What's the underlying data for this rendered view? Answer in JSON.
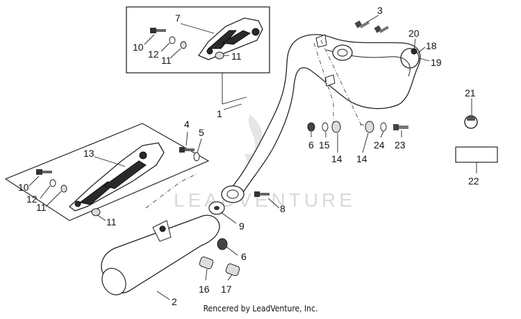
{
  "footer": {
    "credit": "Rencered by LeadVenture, Inc."
  },
  "watermark": {
    "text": "LEADVENTURE"
  },
  "part_labels": {
    "p1": "1",
    "p2": "2",
    "p3": "3",
    "p4": "4",
    "p5": "5",
    "p6a": "6",
    "p6b": "6",
    "p7": "7",
    "p8": "8",
    "p9": "9",
    "p10a": "10",
    "p10b": "10",
    "p11a": "11",
    "p11b": "11",
    "p11c": "11",
    "p11d": "11",
    "p12a": "12",
    "p12b": "12",
    "p13": "13",
    "p14a": "14",
    "p14b": "14",
    "p15": "15",
    "p16": "16",
    "p17": "17",
    "p18": "18",
    "p19": "19",
    "p20": "20",
    "p21": "21",
    "p22": "22",
    "p23": "23",
    "p24": "24"
  }
}
